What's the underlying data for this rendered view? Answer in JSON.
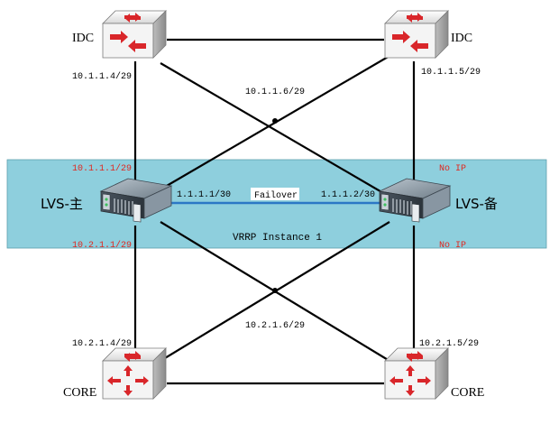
{
  "zone": {
    "label": "VRRP Instance 1",
    "fill": "#8ecfdd"
  },
  "failover": {
    "label": "Failover",
    "color": "#2b78c5"
  },
  "devices": {
    "idc_left": {
      "label": "IDC",
      "icon": "router-icon"
    },
    "idc_right": {
      "label": "IDC",
      "icon": "router-icon"
    },
    "lvs_master": {
      "label": "LVS-主",
      "icon": "server-icon"
    },
    "lvs_backup": {
      "label": "LVS-备",
      "icon": "server-icon"
    },
    "core_left": {
      "label": "CORE",
      "icon": "switch-icon"
    },
    "core_right": {
      "label": "CORE",
      "icon": "switch-icon"
    }
  },
  "addresses": {
    "idc_left_port": "10.1.1.4/29",
    "idc_right_port": "10.1.1.5/29",
    "idc_vip": "10.1.1.6/29",
    "lvs_master_upstream": "10.1.1.1/29",
    "lvs_master_downstream": "10.2.1.1/29",
    "lvs_backup_upstream": "No IP",
    "lvs_backup_downstream": "No IP",
    "heartbeat_master": "1.1.1.1/30",
    "heartbeat_backup": "1.1.1.2/30",
    "core_vip": "10.2.1.6/29",
    "core_left_port": "10.2.1.4/29",
    "core_right_port": "10.2.1.5/29"
  },
  "colors": {
    "alert_text": "#e0271f",
    "device_face": "#f4f4f4",
    "device_accent": "#d9262a"
  }
}
